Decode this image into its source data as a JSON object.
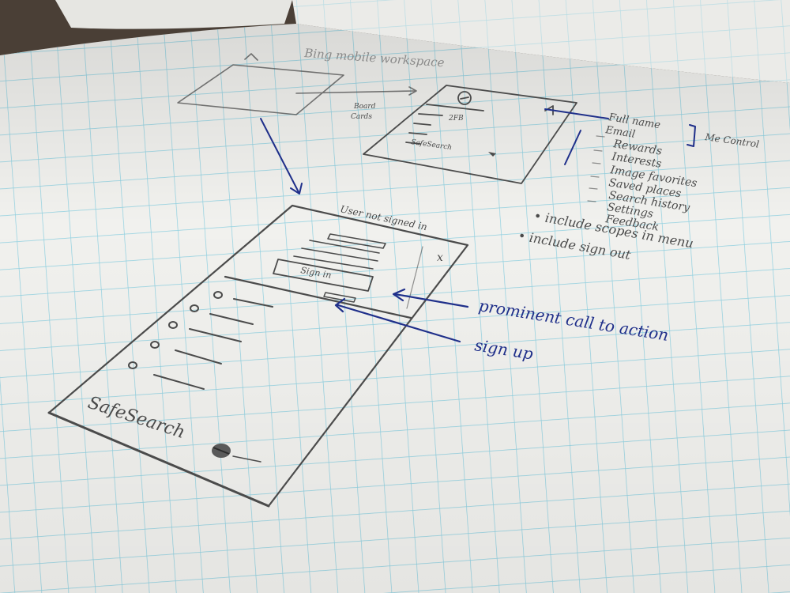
{
  "sketch": {
    "top_faint_label": "Bing mobile workspace",
    "board_label": "Board",
    "card_label": "Cards",
    "top_screen_label": "SafeSearch",
    "top_screen_code": "2FB",
    "right_list": [
      "Full name",
      "Email",
      "Rewards",
      "Interests",
      "Image favorites",
      "Saved places",
      "Search history",
      "Settings",
      "Feedback"
    ],
    "me_control_label": "Me Control",
    "bullets": [
      "include scopes in menu",
      "include sign out"
    ],
    "phone": {
      "header_label": "User not signed in",
      "close_glyph": "x",
      "sign_in_label": "Sign in",
      "footer_label": "SafeSearch"
    },
    "annotations": {
      "call_to_action": "prominent call to action",
      "sign_up": "sign up"
    }
  },
  "colors": {
    "paper": "#f1f1ee",
    "grid": "#8fd0e0",
    "pencil": "#4b4b4b",
    "ink": "#1f2f8a",
    "desk": "#4a3f36"
  }
}
